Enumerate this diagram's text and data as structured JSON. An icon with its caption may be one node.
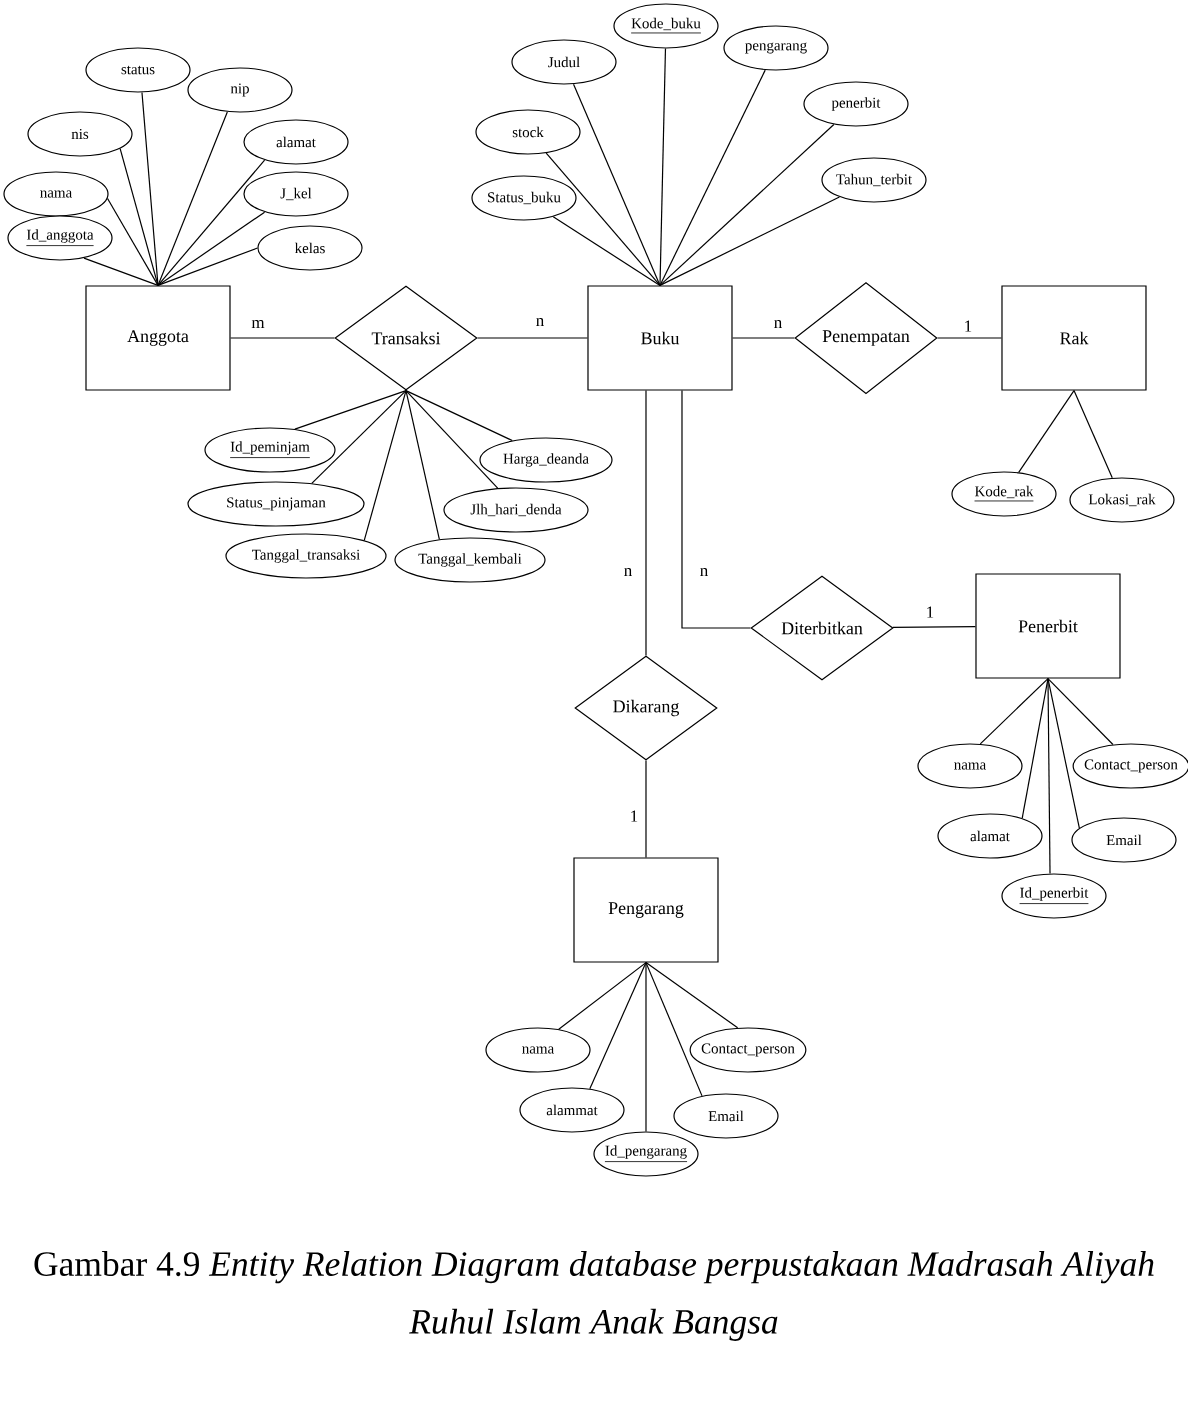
{
  "diagram": {
    "caption": "Gambar 4.9 *Entity Relation Diagram database perpustakaan Madrasah Aliyah Ruhul Islam Anak Bangsa*",
    "nodes": [
      {
        "text": [
          "Anggota"
        ]
      },
      {
        "text": [
          "status"
        ]
      },
      {
        "text": [
          "nip"
        ]
      },
      {
        "text": [
          "nis"
        ]
      },
      {
        "text": [
          "alamat"
        ]
      },
      {
        "text": [
          "nama"
        ]
      },
      {
        "text": [
          "J_kel"
        ]
      },
      {
        "text": [
          "Id_anggota"
        ]
      },
      {
        "text": [
          "kelas"
        ]
      },
      {
        "text": [
          "Transaksi"
        ]
      },
      {
        "text": [
          "Id_peminjam"
        ]
      },
      {
        "text": [
          "Harga_deanda"
        ]
      },
      {
        "text": [
          "Status_pinjaman"
        ]
      },
      {
        "text": [
          "Jlh_hari_denda"
        ]
      },
      {
        "text": [
          "Tanggal_transaksi"
        ]
      },
      {
        "text": [
          "Tanggal_kembali"
        ]
      },
      {
        "text": [
          "Buku"
        ]
      },
      {
        "text": [
          "Kode_buku"
        ]
      },
      {
        "text": [
          "Judul"
        ]
      },
      {
        "text": [
          "pengarang"
        ]
      },
      {
        "text": [
          "stock"
        ]
      },
      {
        "text": [
          "penerbit"
        ]
      },
      {
        "text": [
          "Status_buku"
        ]
      },
      {
        "text": [
          "Tahun_terbit"
        ]
      },
      {
        "text": [
          "Penempatan"
        ]
      },
      {
        "text": [
          "Rak"
        ]
      },
      {
        "text": [
          "Kode_rak"
        ]
      },
      {
        "text": [
          "Lokasi_rak"
        ]
      },
      {
        "text": [
          "Diterbitkan"
        ]
      },
      {
        "text": [
          "Penerbit"
        ]
      },
      {
        "text": [
          "nama"
        ]
      },
      {
        "text": [
          "Contact_person"
        ]
      },
      {
        "text": [
          "alamat"
        ]
      },
      {
        "text": [
          "Email"
        ]
      },
      {
        "text": [
          "Id_penerbit"
        ]
      },
      {
        "text": [
          "Dikarang"
        ]
      },
      {
        "text": [
          "Pengarang"
        ]
      },
      {
        "text": [
          "nama"
        ]
      },
      {
        "text": [
          "Contact_person"
        ]
      },
      {
        "text": [
          "alammat"
        ]
      },
      {
        "text": [
          "Email"
        ]
      },
      {
        "text": [
          "Id_pengarang"
        ]
      }
    ],
    "edges": [
      {
        "from": 0,
        "to": 1,
        "arrow": "none"
      },
      {
        "from": 0,
        "to": 2,
        "arrow": "none"
      },
      {
        "from": 0,
        "to": 3,
        "arrow": "none"
      },
      {
        "from": 0,
        "to": 4,
        "arrow": "none"
      },
      {
        "from": 0,
        "to": 5,
        "arrow": "none"
      },
      {
        "from": 0,
        "to": 6,
        "arrow": "none"
      },
      {
        "from": 0,
        "to": 7,
        "arrow": "none"
      },
      {
        "from": 0,
        "to": 8,
        "arrow": "none"
      },
      {
        "from": 0,
        "to": 9,
        "arrow": "none",
        "label": "m"
      },
      {
        "from": 9,
        "to": 16,
        "arrow": "none",
        "label": "n"
      },
      {
        "from": 9,
        "to": 10,
        "arrow": "none"
      },
      {
        "from": 9,
        "to": 11,
        "arrow": "none"
      },
      {
        "from": 9,
        "to": 12,
        "arrow": "none"
      },
      {
        "from": 9,
        "to": 13,
        "arrow": "none"
      },
      {
        "from": 9,
        "to": 14,
        "arrow": "none"
      },
      {
        "from": 9,
        "to": 15,
        "arrow": "none"
      },
      {
        "from": 16,
        "to": 17,
        "arrow": "none"
      },
      {
        "from": 16,
        "to": 18,
        "arrow": "none"
      },
      {
        "from": 16,
        "to": 19,
        "arrow": "none"
      },
      {
        "from": 16,
        "to": 20,
        "arrow": "none"
      },
      {
        "from": 16,
        "to": 21,
        "arrow": "none"
      },
      {
        "from": 16,
        "to": 22,
        "arrow": "none"
      },
      {
        "from": 16,
        "to": 23,
        "arrow": "none"
      },
      {
        "from": 16,
        "to": 24,
        "arrow": "none",
        "label": "n"
      },
      {
        "from": 24,
        "to": 25,
        "arrow": "none",
        "label": "1"
      },
      {
        "from": 25,
        "to": 26,
        "arrow": "none"
      },
      {
        "from": 25,
        "to": 27,
        "arrow": "none"
      },
      {
        "from": 16,
        "to": 35,
        "arrow": "none",
        "label": "n"
      },
      {
        "from": 16,
        "to": 28,
        "arrow": "none",
        "label": "n"
      },
      {
        "from": 28,
        "to": 29,
        "arrow": "none",
        "label": "1"
      },
      {
        "from": 29,
        "to": 30,
        "arrow": "none"
      },
      {
        "from": 29,
        "to": 31,
        "arrow": "none"
      },
      {
        "from": 29,
        "to": 32,
        "arrow": "none"
      },
      {
        "from": 29,
        "to": 33,
        "arrow": "none"
      },
      {
        "from": 29,
        "to": 34,
        "arrow": "none"
      },
      {
        "from": 35,
        "to": 36,
        "arrow": "none",
        "label": "1"
      },
      {
        "from": 36,
        "to": 37,
        "arrow": "none"
      },
      {
        "from": 36,
        "to": 38,
        "arrow": "none"
      },
      {
        "from": 36,
        "to": 39,
        "arrow": "none"
      },
      {
        "from": 36,
        "to": 40,
        "arrow": "none"
      },
      {
        "from": 36,
        "to": 41,
        "arrow": "none"
      }
    ]
  }
}
